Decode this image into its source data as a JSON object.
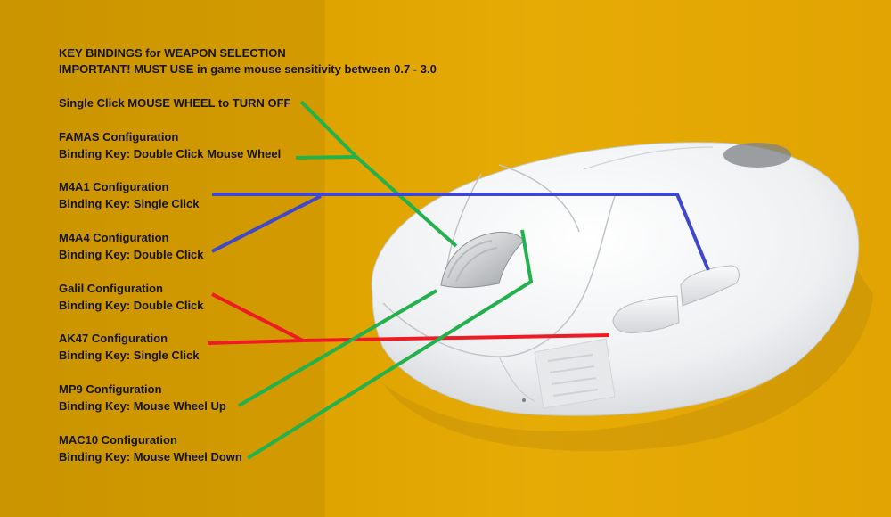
{
  "header": {
    "title": "KEY BINDINGS for WEAPON SELECTION",
    "subtitle": "IMPORTANT! MUST USE in game mouse sensitivity between 0.7 - 3.0"
  },
  "toggle_off_label": "Single Click MOUSE WHEEL to TURN OFF",
  "configs": [
    {
      "name": "FAMAS Configuration",
      "binding": "Binding Key: Double Click Mouse Wheel",
      "line_color": "#22b14c"
    },
    {
      "name": "M4A1 Configuration",
      "binding": "Binding Key: Single Click",
      "line_color": "#3f48cc"
    },
    {
      "name": "M4A4 Configuration",
      "binding": "Binding Key: Double Click",
      "line_color": "#3f48cc"
    },
    {
      "name": "Galil Configuration",
      "binding": "Binding Key: Double Click",
      "line_color": "#ed1c24"
    },
    {
      "name": "AK47 Configuration",
      "binding": "Binding Key: Single Click",
      "line_color": "#ed1c24"
    },
    {
      "name": "MP9 Configuration",
      "binding": "Binding Key: Mouse Wheel Up",
      "line_color": "#22b14c"
    },
    {
      "name": "MAC10 Configuration",
      "binding": "Binding Key: Mouse Wheel Down",
      "line_color": "#22b14c"
    }
  ],
  "colors": {
    "background": "#e0a400",
    "mouse_body": "#eceef0",
    "green_line": "#22b14c",
    "blue_line": "#3f48cc",
    "red_line": "#ed1c24"
  }
}
